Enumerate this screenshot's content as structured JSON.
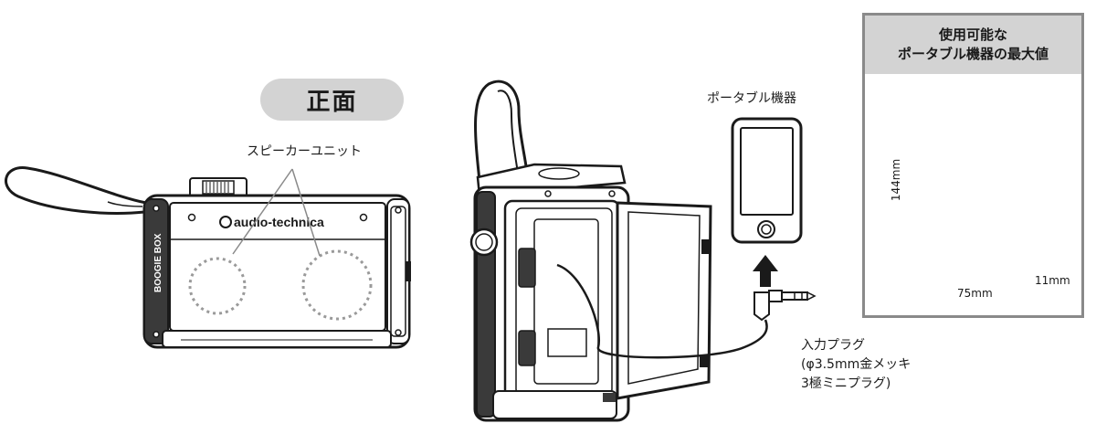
{
  "front_label": "正面",
  "speaker_unit_label": "スピーカーユニット",
  "device": {
    "brand": "audio-technica",
    "side_text": "BOOGIE BOX"
  },
  "portable_device_label": "ポータブル機器",
  "max_box": {
    "title_line1": "使用可能な",
    "title_line2": "ポータブル機器の最大値",
    "height_label": "144mm",
    "width_label": "75mm",
    "depth_label": "11mm"
  },
  "plug": {
    "line1": "入力プラグ",
    "line2": "(φ3.5mm金メッキ",
    "line3": "3極ミニプラグ)"
  }
}
